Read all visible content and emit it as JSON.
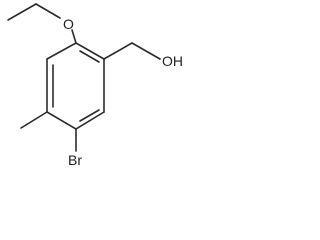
{
  "molecule": {
    "atoms": {
      "oxygen_ether": "O",
      "hydroxyl": "OH",
      "bromine": "Br"
    }
  },
  "colors": {
    "bond": "#2b2b2b",
    "text": "#1f1f1f",
    "background": "#ffffff"
  }
}
